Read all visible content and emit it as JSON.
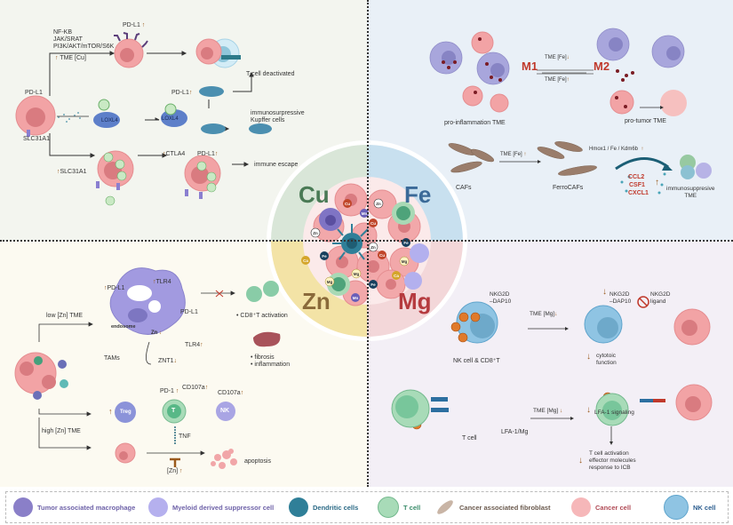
{
  "quadrants": {
    "cu": {
      "label": "Cu",
      "pathways": [
        "NF-KB",
        "JAK/SRAT",
        "PI3K/AKT/mTOR/S6K"
      ],
      "tme": "TME [Cu]",
      "pdl1": "PD-L1",
      "pdl1_top": "PD-L1",
      "slc": "SLC31A1",
      "slc_up": "SLC31A1",
      "cu": "Cu",
      "loxl4": "LOXL4",
      "pdl1_dc": "PD-L1",
      "tcell_deactivated": "T-cell deactivated",
      "kupffer": "immunosurpressive\nKupffer cells",
      "ctla4": "CTLA4",
      "pdl1_bottom": "PD-L1",
      "immune_escape": "immune escape"
    },
    "fe": {
      "label": "Fe",
      "m1": "M1",
      "m2": "M2",
      "tme_down": "TME [Fe]",
      "tme_up": "TME [Fe]",
      "pro_inflammation": "pro-inflammation TME",
      "pro_tumor": "pro-tumor TME",
      "cafs": "CAFs",
      "tme_fe": "TME [Fe]",
      "ferrocafs": "FerroCAFs",
      "hmox": "Hmox1 / Fe / Kdm6b",
      "chemokines": [
        "CCL2",
        "CSF1",
        "CXCL1"
      ],
      "immunosuppressive": "immunosuppresive\nTME"
    },
    "zn": {
      "label": "Zn",
      "low_zn": "low [Zn] TME",
      "high_zn": "high [Zn] TME",
      "pdl1_a": "PD-L1",
      "tlr4_a": "TLR4",
      "pdl1_b": "PD-L1",
      "tlr4_b": "TLR4",
      "endosome": "endosome",
      "zn": "Zn",
      "znt1": "ZNT1",
      "tams": "TAMs",
      "cd8": "CD8⁺T activation",
      "fibrosis": "fibrosis",
      "inflammation": "inflammation",
      "treg": "Treg",
      "t": "T",
      "nk": "NK",
      "pd1": "PD-1",
      "cd107a_t": "CD107a",
      "cd107a_nk": "CD107a",
      "tnf": "TNF",
      "zn_inhib": "[Zn]",
      "apoptosis": "apoptosis"
    },
    "mg": {
      "label": "Mg",
      "nkg2d": "NKG2D\n–DAP10",
      "nk_cd8": "NK cell & CD8⁺T",
      "tme_mg_1": "TME [Mg]",
      "nkg2d_down": "NKG2D\n–DAP10",
      "nkg2d_ligand": "NKG2D\nligand",
      "cytotoxic": "cytotoic\nfunction",
      "tcell": "T cell",
      "lfa1": "LFA-1/Mg",
      "tme_mg_2": "TME [Mg]",
      "lfa1_signaling": "LFA-1 signaling",
      "outcomes": "T cell activation\neffector molecules\nresponse to ICB",
      "mg": "Mg"
    }
  },
  "legend": [
    {
      "label": "Tumor associated macrophage",
      "color": "#6e62a8"
    },
    {
      "label": "Myeloid derived suppressor cell",
      "color": "#6e62a8"
    },
    {
      "label": "Dendritic cells",
      "color": "#2b6a86"
    },
    {
      "label": "T cell",
      "color": "#3a8c6a"
    },
    {
      "label": "Cancer associated fibroblast",
      "color": "#6b5a4e"
    },
    {
      "label": "Cancer cell",
      "color": "#b04a55"
    },
    {
      "label": "NK cell",
      "color": "#2c5d8f"
    }
  ],
  "colors": {
    "arrow_up": "#9a5a1c",
    "cu": "#4a7a55",
    "fe": "#3b6a98",
    "zn": "#8a6a3a",
    "mg": "#b53a3e",
    "m_label": "#c0392b"
  }
}
